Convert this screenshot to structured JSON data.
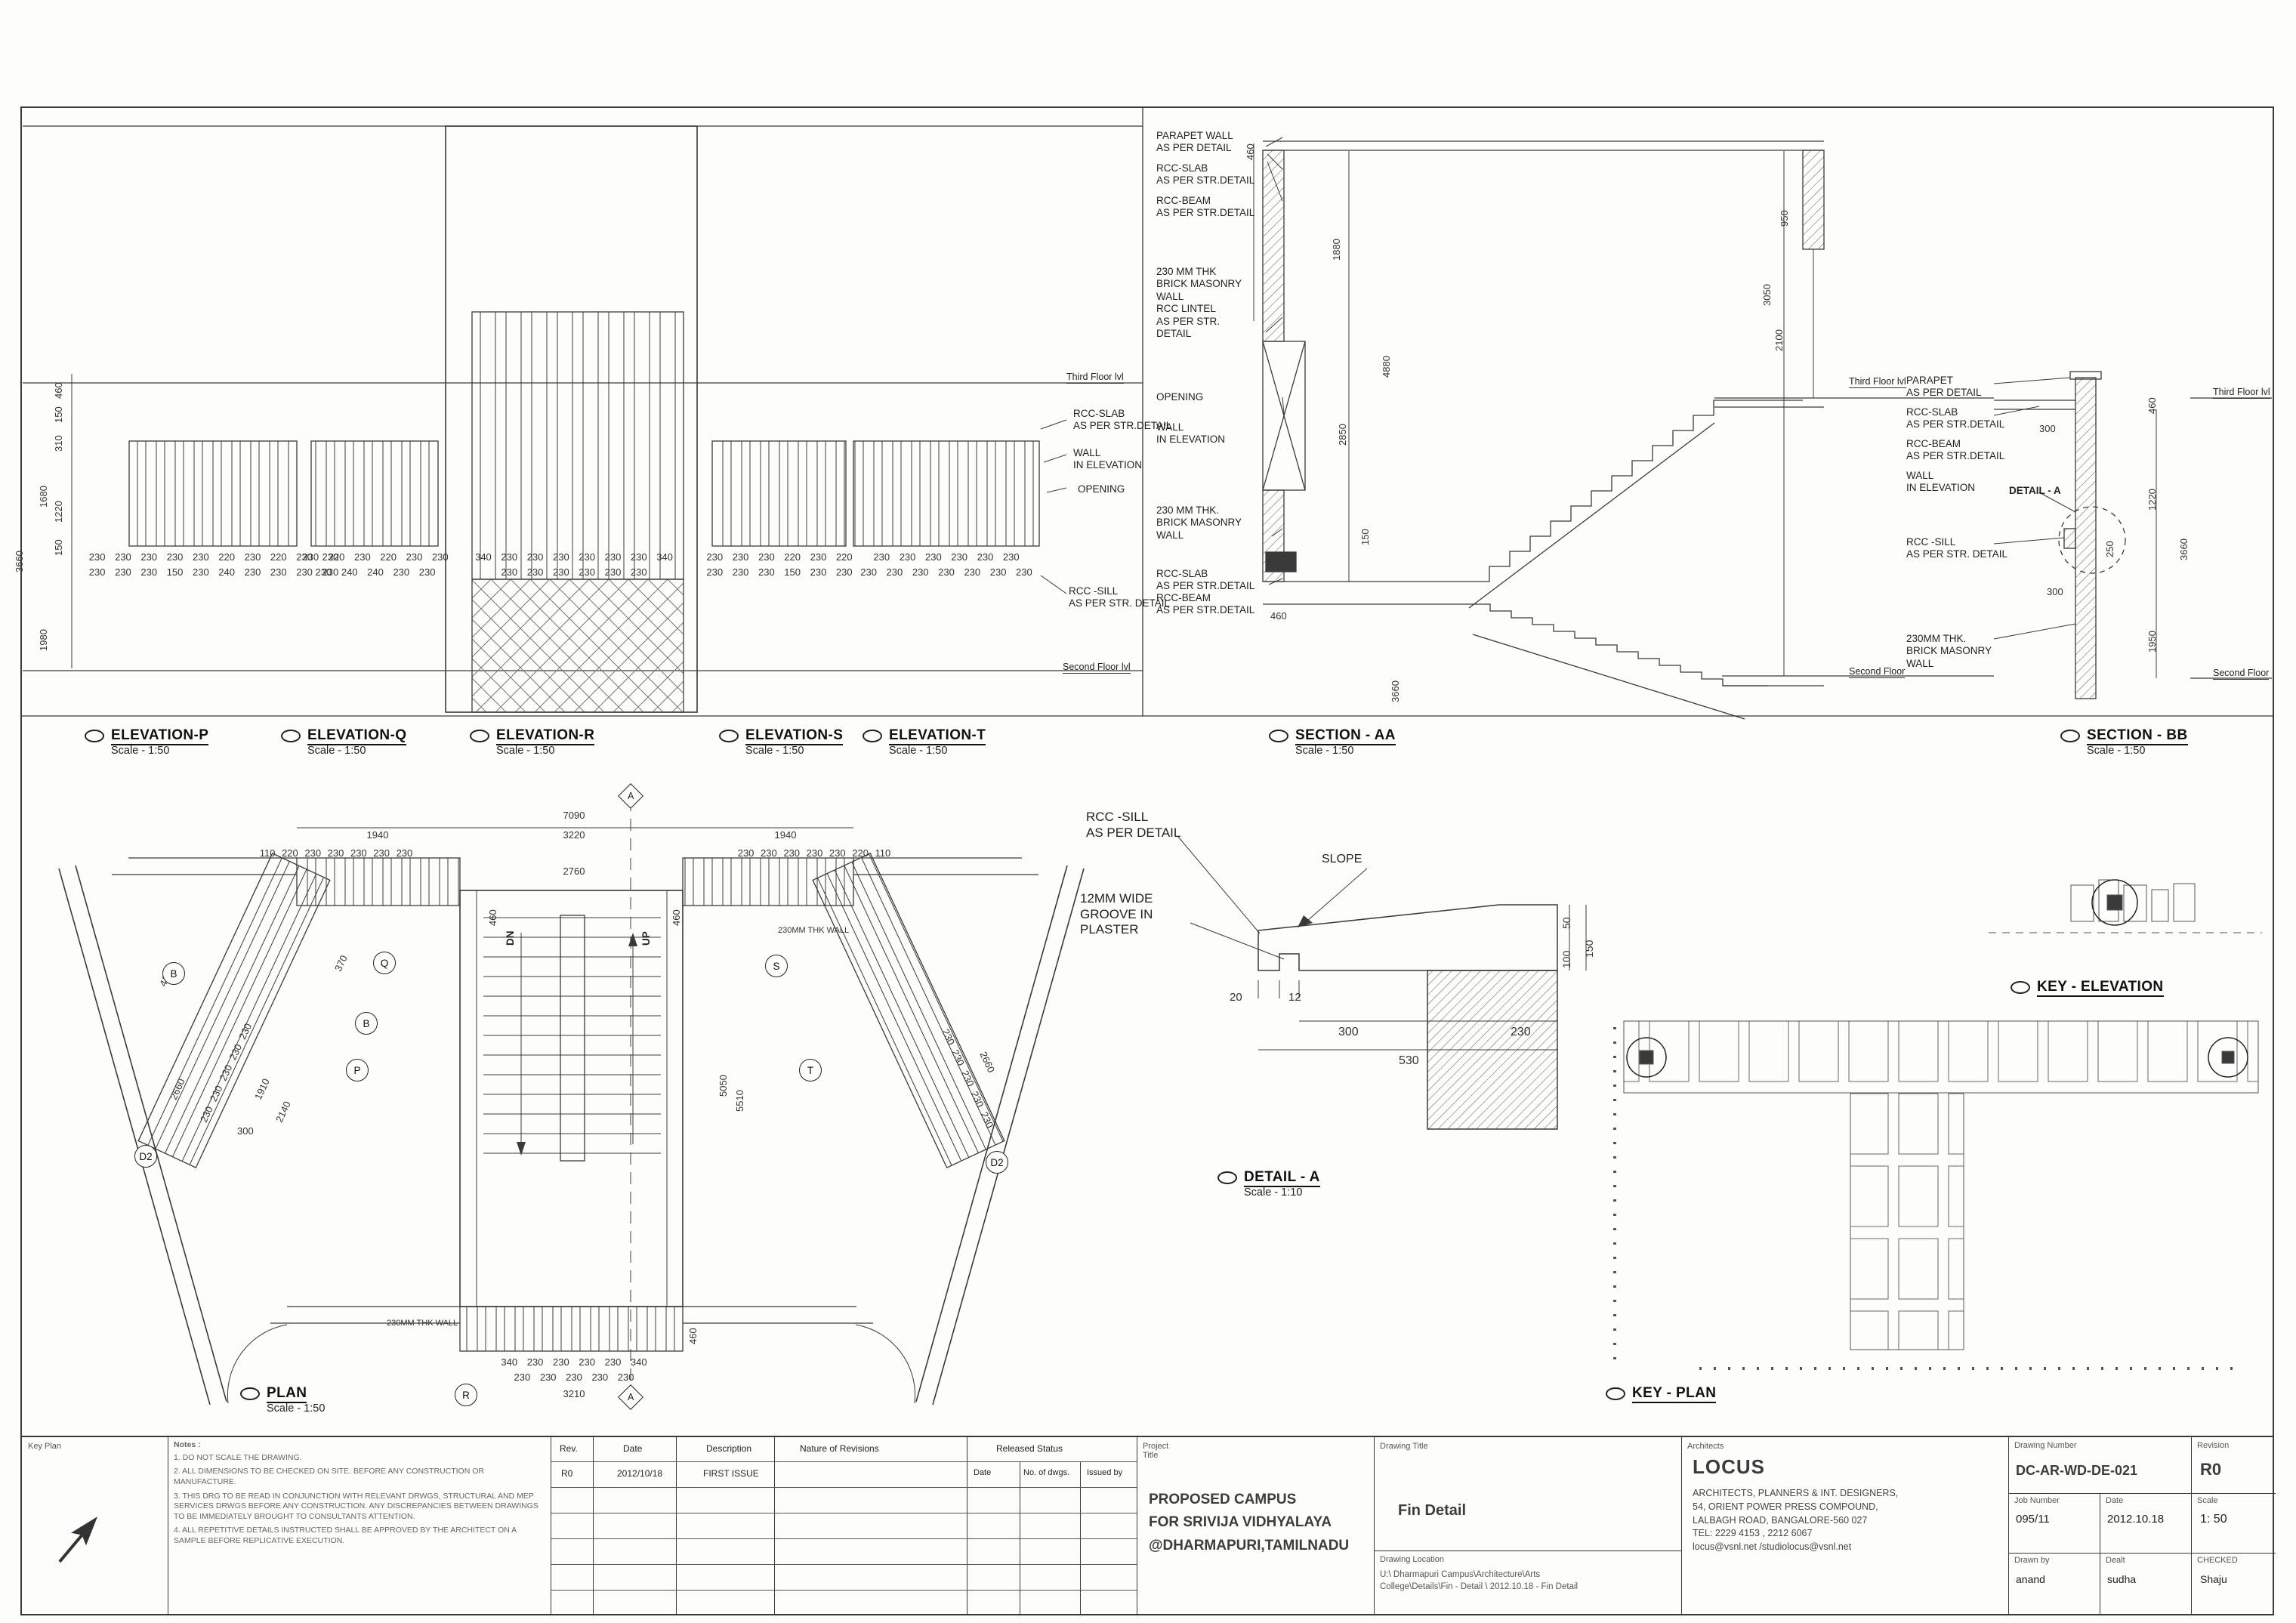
{
  "views": {
    "elevP": {
      "title": "ELEVATION-P",
      "scale": "Scale - 1:50",
      "dims_row1": "230 230 230 230 230 220 230 220 230 230",
      "dims_row2": "230 230 230 150 230 240 230 230 230 230"
    },
    "elevQ": {
      "title": "ELEVATION-Q",
      "scale": "Scale - 1:50",
      "dims_row1": "230 220 230 220 230 230",
      "dims_row2": "230 240 240 230 230"
    },
    "elevR": {
      "title": "ELEVATION-R",
      "scale": "Scale - 1:50",
      "dims_row1": "340 230 230 230 230 230 230 340",
      "dims_row2": "230 230 230 230 230 230"
    },
    "elevS": {
      "title": "ELEVATION-S",
      "scale": "Scale - 1:50",
      "dims_row1": "230 230 230 220 230 220",
      "dims_row2": "230 230 230 150 230 230"
    },
    "elevT": {
      "title": "ELEVATION-T",
      "scale": "Scale - 1:50",
      "dims_row1": "230 230 230 230 230 230",
      "dims_row2": "230 230 230 230 230 230 230"
    },
    "sectionAA": {
      "title": "SECTION - AA",
      "scale": "Scale - 1:50"
    },
    "sectionBB": {
      "title": "SECTION - BB",
      "scale": "Scale - 1:50"
    },
    "plan": {
      "title": "PLAN",
      "scale": "Scale - 1:50"
    },
    "detailA": {
      "title": "DETAIL - A",
      "scale": "Scale - 1:10"
    },
    "keyElev": {
      "title": "KEY - ELEVATION"
    },
    "keyPlan": {
      "title": "KEY - PLAN"
    }
  },
  "floor_labels": {
    "third": "Third Floor lvl",
    "second": "Second Floor lvl",
    "second_short": "Second Floor"
  },
  "ann": {
    "parapet_wall": "PARAPET WALL\nAS PER DETAIL",
    "rcc_slab": "RCC-SLAB\nAS PER STR.DETAIL",
    "rcc_beam": "RCC-BEAM\nAS PER STR.DETAIL",
    "brick_lintel": "230 MM THK\nBRICK MASONRY\nWALL\nRCC LINTEL\nAS PER STR.\nDETAIL",
    "opening": "OPENING",
    "wall_in_elev": "WALL\nIN ELEVATION",
    "brick_wall": "230 MM THK.\nBRICK MASONRY\nWALL",
    "rcc_sill_str": "RCC -SILL\nAS PER STR. DETAIL",
    "parapet": "PARAPET\nAS PER DETAIL",
    "detail_a": "DETAIL - A",
    "brick_wall_230": "230MM THK.\nBRICK MASONRY\nWALL",
    "rcc_sill": "RCC -SILL\nAS PER DETAIL",
    "groove": "12MM WIDE\nGROOVE IN\nPLASTER",
    "slope": "SLOPE",
    "thk_wall": "230MM THK WALL",
    "dn": "DN",
    "up": "UP"
  },
  "elev_dims_left": [
    "460",
    "150",
    "310",
    "1680",
    "1220",
    "150",
    "1980",
    "3660"
  ],
  "aa_dims": [
    "460",
    "1880",
    "950",
    "3050",
    "2100",
    "4880",
    "2850",
    "150",
    "3660",
    "460"
  ],
  "bb_dims": {
    "a300": "300",
    "a460": "460",
    "a1220": "1220",
    "a3660": "3660",
    "a1950": "1950",
    "a250": "250",
    "b300": "300"
  },
  "detail_dims": {
    "d20": "20",
    "d12": "12",
    "d300": "300",
    "d530": "530",
    "d230": "230",
    "d100": "100",
    "d50": "50",
    "d150": "150"
  },
  "plan_dims": {
    "w7090": "7090",
    "w3220": "3220",
    "w2760": "2760",
    "w1940": "1940",
    "row_tl": "110 220 230 230 230 230 230",
    "row_tr": "230 230 230 230 230 220 110",
    "h460": "460",
    "h5050": "5050",
    "h5510": "5510",
    "b3210": "3210",
    "row_b1": "340 230 230 230 230 340",
    "row_b2": "230 230 230 230 230",
    "d2660": "2660",
    "d1910": "1910",
    "d2140": "2140",
    "d370": "370",
    "d300": "300",
    "d410": "410",
    "diag": "230 230 230 230 230"
  },
  "plan_markers": {
    "b1": "B",
    "q": "Q",
    "b2": "B",
    "p": "P",
    "s": "S",
    "t": "T",
    "r": "R",
    "a": "A",
    "d2": "D2"
  },
  "titleblock": {
    "key_plan_label": "Key Plan",
    "notes_title": "Notes :",
    "notes": [
      "1.  DO NOT SCALE THE DRAWING.",
      "2.  ALL DIMENSIONS TO BE CHECKED ON SITE. BEFORE ANY CONSTRUCTION OR MANUFACTURE.",
      "3.  THIS DRG TO BE READ IN CONJUNCTION WITH RELEVANT DRWGS, STRUCTURAL AND MEP SERVICES DRWGS BEFORE ANY CONSTRUCTION. ANY DISCREPANCIES BETWEEN DRAWINGS TO BE IMMEDIATELY BROUGHT TO CONSULTANTS ATTENTION.",
      "4.  ALL REPETITIVE DETAILS INSTRUCTED SHALL BE APPROVED BY THE ARCHITECT ON A SAMPLE BEFORE REPLICATIVE EXECUTION."
    ],
    "rev_table": {
      "headers": [
        "Rev.",
        "Date",
        "Description",
        "Nature of Revisions",
        "Released Status"
      ],
      "sub_headers": [
        "Date",
        "No. of dwgs.",
        "Issued by"
      ],
      "rows": [
        [
          "R0",
          "2012/10/18",
          "FIRST ISSUE"
        ]
      ]
    },
    "project": {
      "label": "Project\nTitle",
      "name": "PROPOSED CAMPUS\nFOR SRIVIJA VIDHYALAYA\n@DHARMAPURI,TAMILNADU"
    },
    "drawing": {
      "label": "Drawing Title",
      "title": "Fin Detail",
      "location_label": "Drawing Location",
      "location": "U:\\ Dharmapuri Campus\\Architecture\\Arts\nCollege\\Details\\Fin - Detail \\ 2012.10.18 - Fin  Detail"
    },
    "architects": {
      "label": "Architects",
      "name": "LOCUS",
      "address": "ARCHITECTS, PLANNERS & INT. DESIGNERS,\n54, ORIENT POWER PRESS COMPOUND,\nLALBAGH ROAD, BANGALORE-560 027\nTEL: 2229 4153 , 2212 6067\nlocus@vsnl.net /studiolocus@vsnl.net"
    },
    "number": {
      "label": "Drawing Number",
      "value": "DC-AR-WD-DE-021",
      "job_label": "Job Number",
      "job": "095/11",
      "date_label": "Date",
      "date": "2012.10.18",
      "drawn_label": "Drawn by",
      "drawn": "anand",
      "dealt_label": "Dealt",
      "dealt": "sudha"
    },
    "revision": {
      "label": "Revision",
      "value": "R0",
      "scale_label": "Scale",
      "scale": "1: 50",
      "checked_label": "CHECKED",
      "checked": "Shaju"
    }
  }
}
